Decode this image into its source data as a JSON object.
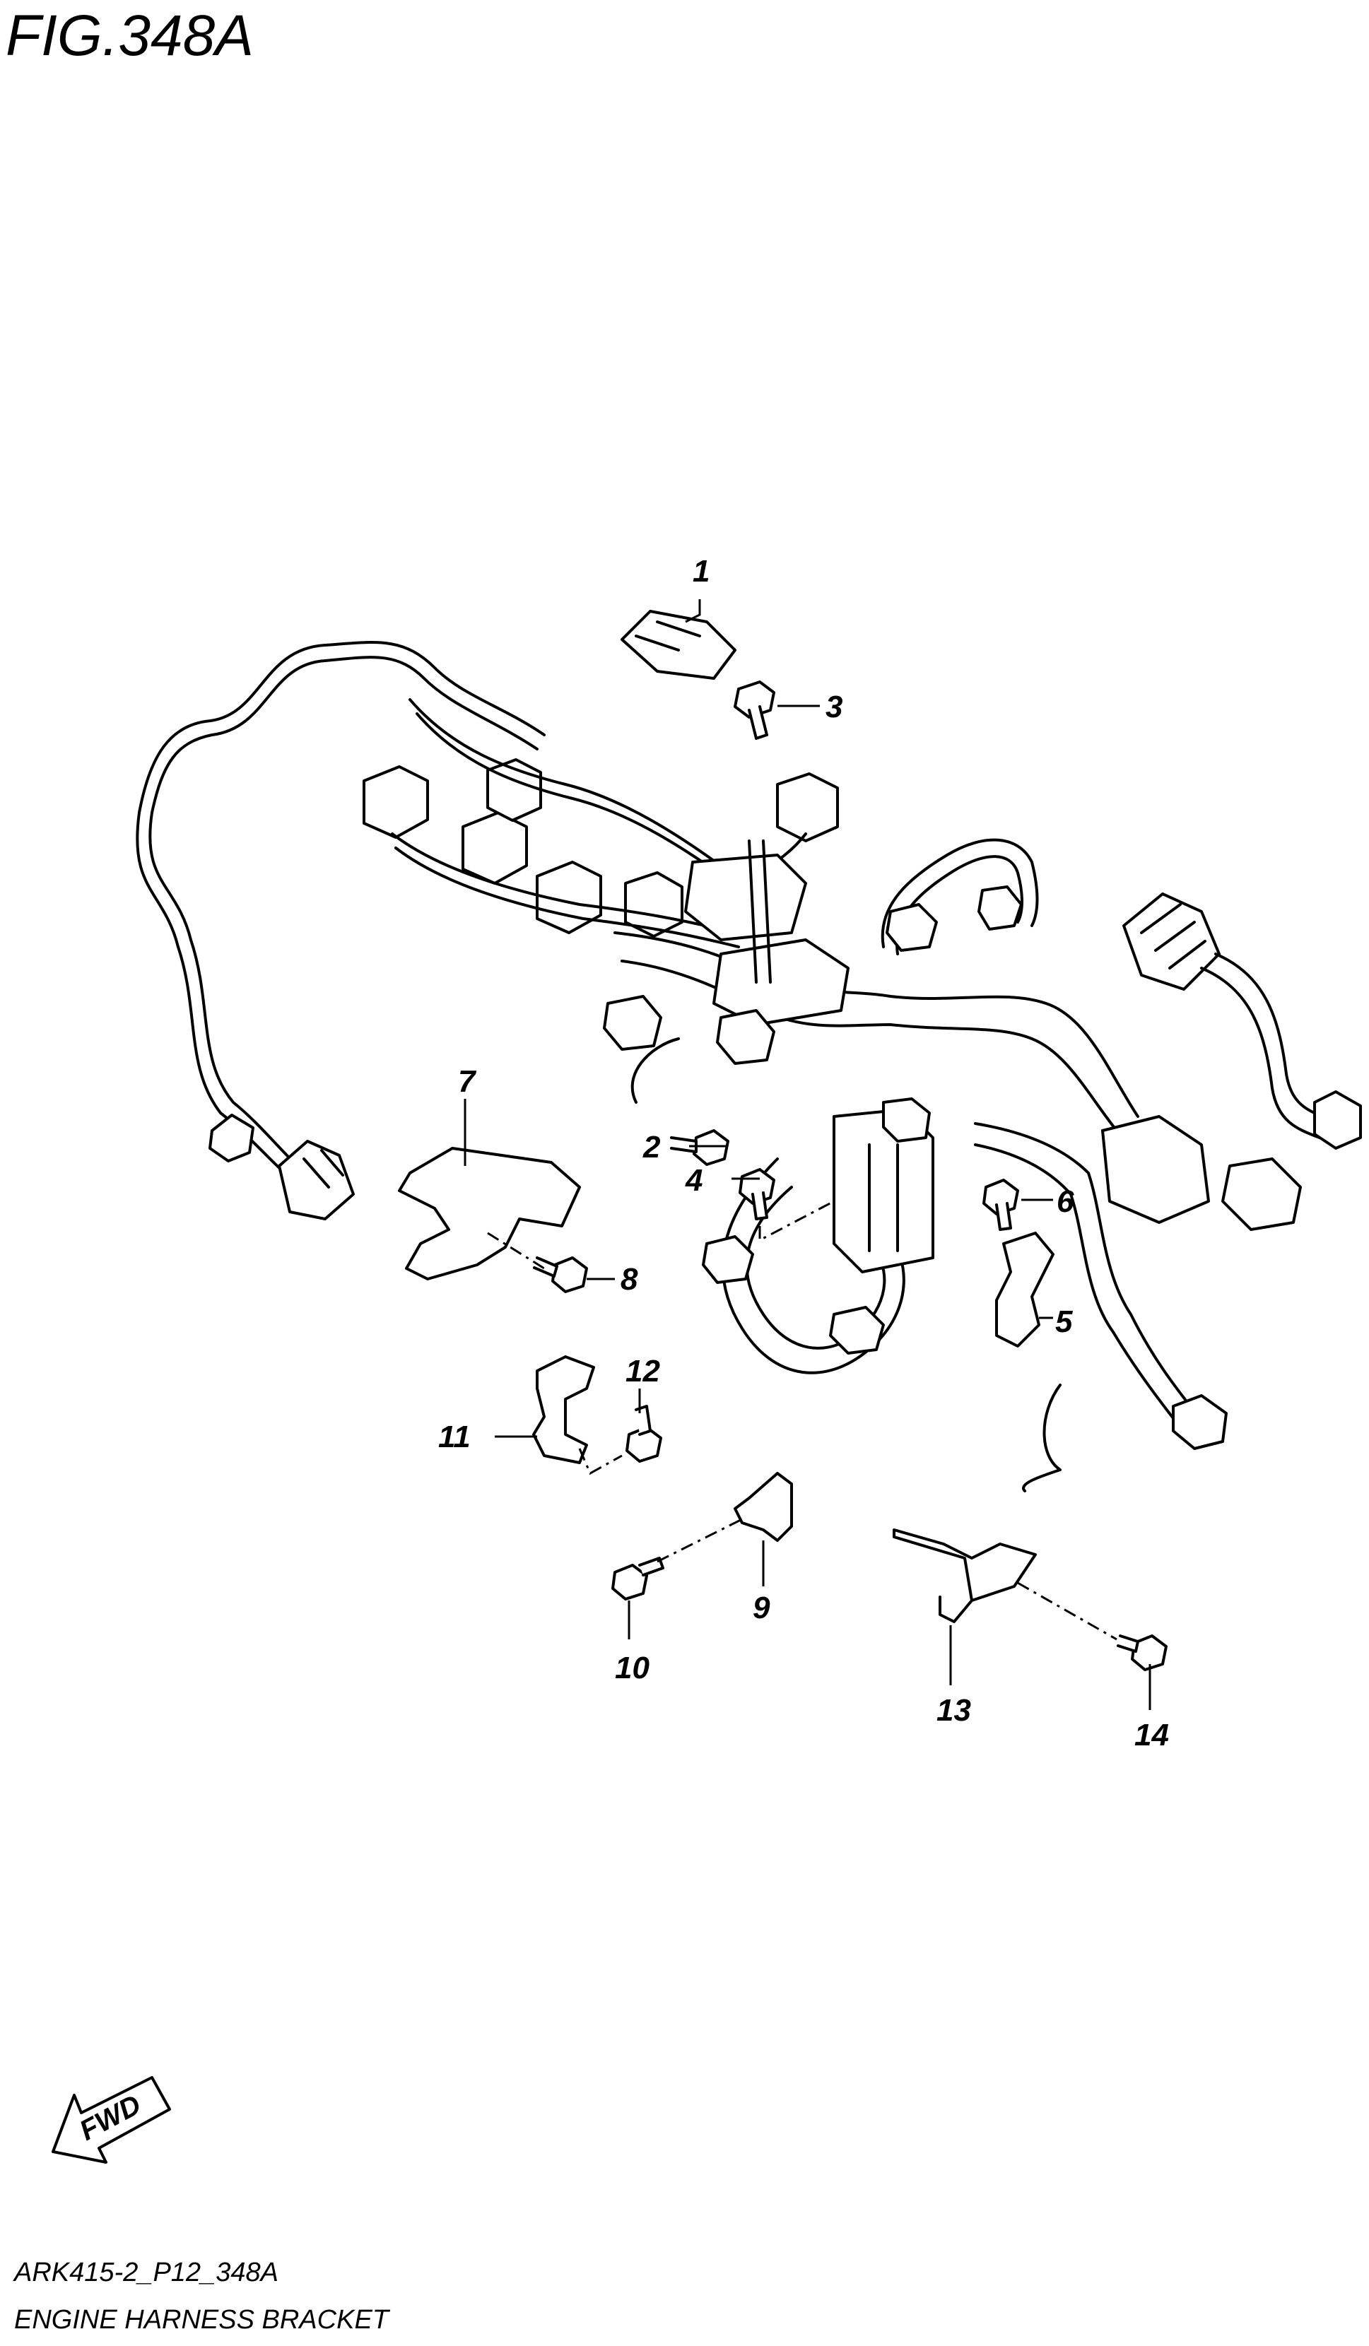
{
  "figure": {
    "title": "FIG.348A",
    "code": "ARK415-2_P12_348A",
    "caption": "ENGINE HARNESS BRACKET",
    "direction_label": "FWD"
  },
  "callouts": [
    {
      "id": "c1",
      "label": "1"
    },
    {
      "id": "c2",
      "label": "2"
    },
    {
      "id": "c3",
      "label": "3"
    },
    {
      "id": "c4",
      "label": "4"
    },
    {
      "id": "c5",
      "label": "5"
    },
    {
      "id": "c6",
      "label": "6"
    },
    {
      "id": "c7",
      "label": "7"
    },
    {
      "id": "c8",
      "label": "8"
    },
    {
      "id": "c9",
      "label": "9"
    },
    {
      "id": "c10",
      "label": "10"
    },
    {
      "id": "c11",
      "label": "11"
    },
    {
      "id": "c12",
      "label": "12"
    },
    {
      "id": "c13",
      "label": "13"
    },
    {
      "id": "c14",
      "label": "14"
    }
  ]
}
